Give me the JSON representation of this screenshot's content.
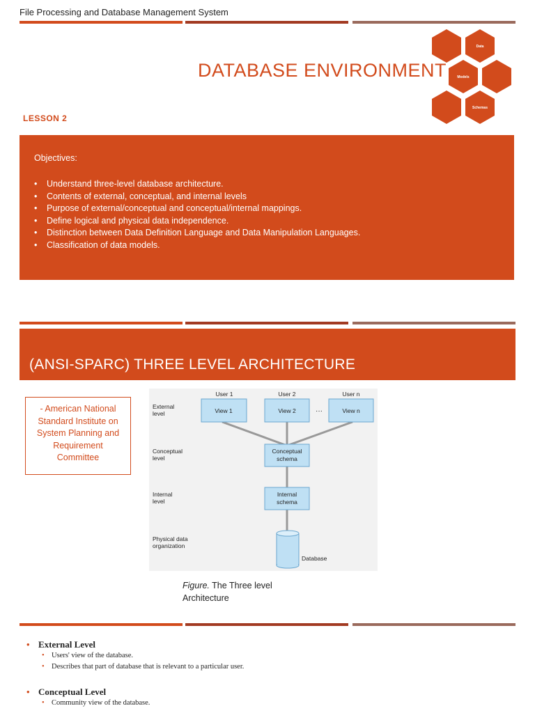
{
  "slide1": {
    "course_title": "File Processing and Database Management System",
    "main_title": "DATABASE ENVIRONMENT",
    "lesson": "LESSON 2",
    "hex_labels": {
      "data": "Data",
      "models": "Models",
      "schemas": "Schemas"
    },
    "objectives": {
      "heading": "Objectives:",
      "items": [
        "Understand three-level database architecture.",
        "Contents of external, conceptual, and internal levels",
        "Purpose of external/conceptual and conceptual/internal mappings.",
        "Define logical and physical data independence.",
        "Distinction between Data Definition Language and Data Manipulation Languages.",
        "Classification of data models."
      ]
    }
  },
  "slide2": {
    "title": "(ANSI-SPARC) THREE LEVEL ARCHITECTURE",
    "note_lines": [
      "- American National",
      "Standard Institute on",
      "System Planning and",
      "Requirement",
      "Committee"
    ],
    "diagram": {
      "level_labels": {
        "external": [
          "External",
          "level"
        ],
        "conceptual": [
          "Conceptual",
          "level"
        ],
        "internal": [
          "Internal",
          "level"
        ],
        "physical": [
          "Physical data",
          "organization"
        ]
      },
      "users": [
        "User 1",
        "User 2",
        "User n"
      ],
      "views": [
        "View 1",
        "View 2",
        "View n"
      ],
      "ellipsis": "···",
      "conceptual_schema": [
        "Conceptual",
        "schema"
      ],
      "internal_schema": [
        "Internal",
        "schema"
      ],
      "database": "Database"
    },
    "caption": {
      "figure": "Figure.",
      "line1": "The Three level",
      "line2": "Architecture"
    }
  },
  "slide3": {
    "levels": [
      {
        "title": "External Level",
        "items": [
          "Users' view of the database.",
          "Describes that part of database that is relevant to a particular user."
        ]
      },
      {
        "title": "Conceptual Level",
        "items": [
          "Community view of the database."
        ]
      }
    ]
  },
  "colors": {
    "accent": "#d24b1c",
    "dark_accent": "#a23a22",
    "muted_accent": "#9a6a5c",
    "diagram_box": "#bfe0f4",
    "diagram_line": "#999999"
  }
}
